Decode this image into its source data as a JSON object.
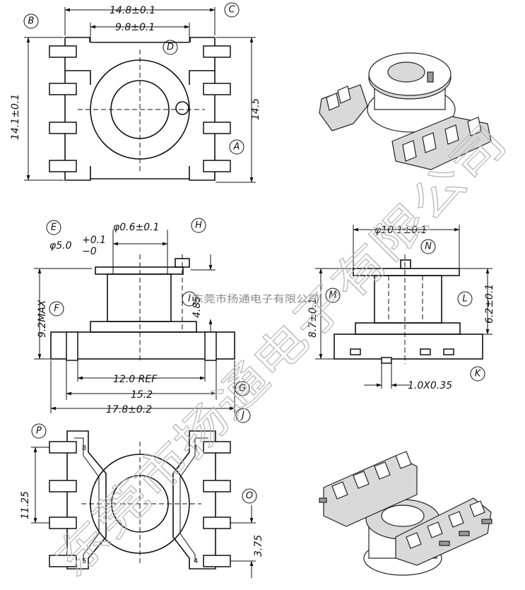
{
  "top_view": {
    "overall_width": "14.8±0.1",
    "inner_width": "9.8±0.1",
    "height_left": "14.1±0.1",
    "height_right": "14.5"
  },
  "front_view": {
    "pin_diameter": "φ0.6±0.1",
    "bobbin_diameter_base": "φ5.0",
    "bobbin_diameter_tol_plus": "+0.1",
    "bobbin_diameter_tol_minus": "−0",
    "max_height": "9.2MAX",
    "pin_height": "4.85",
    "ref_width": "12.0 REF",
    "pin_span": "15.2",
    "overall_width": "17.8±0.2"
  },
  "side_view": {
    "flange_diameter": "φ10.1±0.1",
    "height": "8.7±0.1",
    "height_2": "6.2±0.1",
    "pin_section": "1.0X0.35"
  },
  "bottom_view": {
    "pitch_total": "11.25",
    "pitch": "3.75",
    "pin_1": "1",
    "pin_4": "4",
    "pin_5": "5",
    "pin_8": "8"
  },
  "callouts": {
    "A": "A",
    "B": "B",
    "C": "C",
    "D": "D",
    "E": "E",
    "F": "F",
    "G": "G",
    "H": "H",
    "I": "I",
    "J": "J",
    "K": "K",
    "L": "L",
    "M": "M",
    "N": "N",
    "O": "O",
    "P": "P"
  },
  "watermark": {
    "large": "东莞市扬通电子有限公司",
    "small": "东莞市扬通电子有限公司"
  }
}
